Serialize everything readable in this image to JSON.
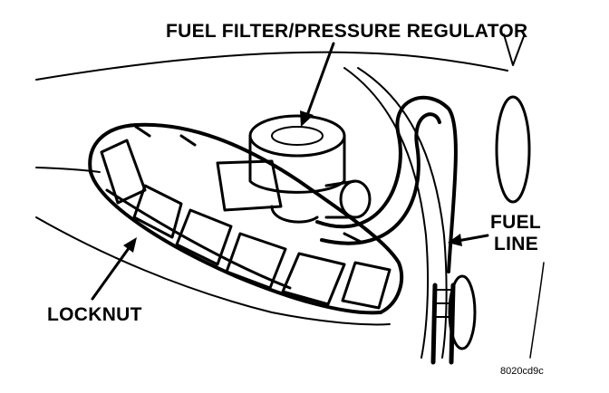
{
  "labels": {
    "fuel_filter": "FUEL FILTER/PRESSURE REGULATOR",
    "fuel_line_1": "FUEL",
    "fuel_line_2": "LINE",
    "locknut": "LOCKNUT",
    "figure_code": "8020cd9c"
  },
  "colors": {
    "ink": "#000000",
    "paper": "#ffffff"
  }
}
